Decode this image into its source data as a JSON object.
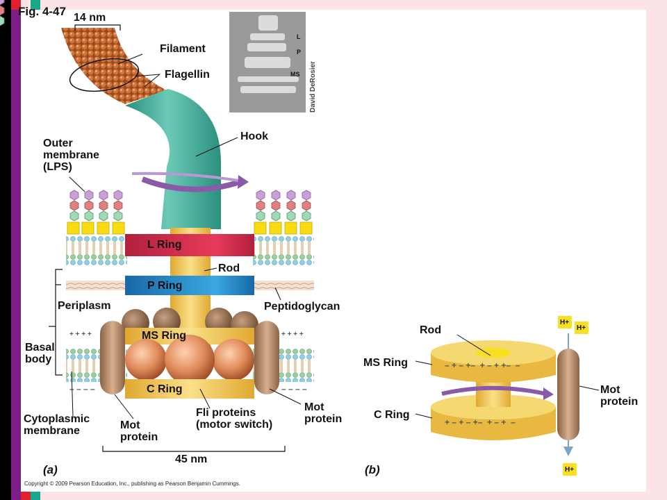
{
  "figure_label": "Fig. 4-47",
  "panel_a_label": "(a)",
  "panel_b_label": "(b)",
  "copyright": "Copyright © 2009 Pearson Education, Inc., publishing as Pearson Benjamin Cummings.",
  "micrograph": {
    "credit": "David DeRosier",
    "labels": [
      "L",
      "P",
      "MS"
    ]
  },
  "panel_a": {
    "dim_top": "14 nm",
    "dim_bottom": "45 nm",
    "filament": "Filament",
    "flagellin": "Flagellin",
    "hook": "Hook",
    "outer_membrane": "Outer\nmembrane\n(LPS)",
    "l_ring": "L Ring",
    "rod": "Rod",
    "p_ring": "P Ring",
    "periplasm": "Periplasm",
    "peptidoglycan": "Peptidoglycan",
    "ms_ring": "MS Ring",
    "basal_body": "Basal\nbody",
    "c_ring": "C Ring",
    "cytoplasmic_membrane": "Cytoplasmic\nmembrane",
    "mot_protein_left": "Mot\nprotein",
    "fli_proteins": "Fli proteins\n(motor switch)",
    "mot_protein_right": "Mot\nprotein"
  },
  "panel_b": {
    "rod": "Rod",
    "ms_ring": "MS Ring",
    "c_ring": "C Ring",
    "mot_protein": "Mot\nprotein",
    "h_plus": "H+"
  },
  "colors": {
    "filament": "#c8692d",
    "hook": "#3aa593",
    "l_ring": "#d42a4a",
    "p_ring": "#1d86c4",
    "ms_ring": "#f2c94a",
    "mot": "#b58a66",
    "accent_purple": "#7b1f86"
  }
}
